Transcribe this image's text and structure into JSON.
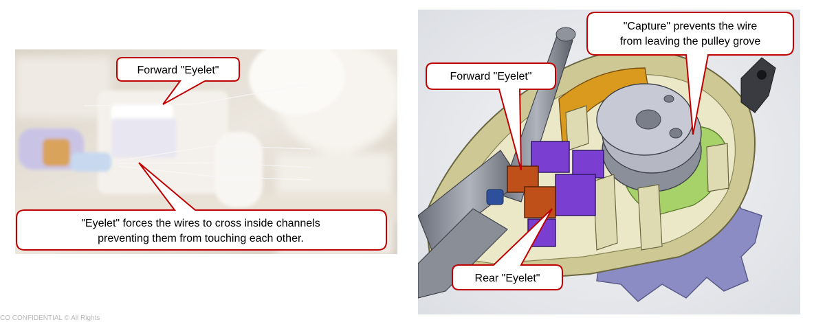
{
  "photo": {
    "callout_forward": "Forward \"Eyelet\"",
    "callout_cross_line1": "\"Eyelet\" forces the wires to cross inside channels",
    "callout_cross_line2": "preventing them from touching each other."
  },
  "cad": {
    "callout_capture_line1": "\"Capture\" prevents the wire",
    "callout_capture_line2": "from leaving the pulley grove",
    "callout_forward": "Forward \"Eyelet\"",
    "callout_rear": "Rear \"Eyelet\""
  },
  "footer": {
    "text": "CO CONFIDENTIAL  ©  All Rights"
  },
  "colors": {
    "callout_border": "#c00000",
    "eyelet_orange": "#c0501a",
    "eyelet_purple": "#7a3fd0",
    "capture_gold": "#d99a1e",
    "pulley_gray": "#a8acb8",
    "housing_khaki": "#cdc894",
    "green_part": "#a7d26a",
    "knob_lavender": "#8c8cc4"
  }
}
